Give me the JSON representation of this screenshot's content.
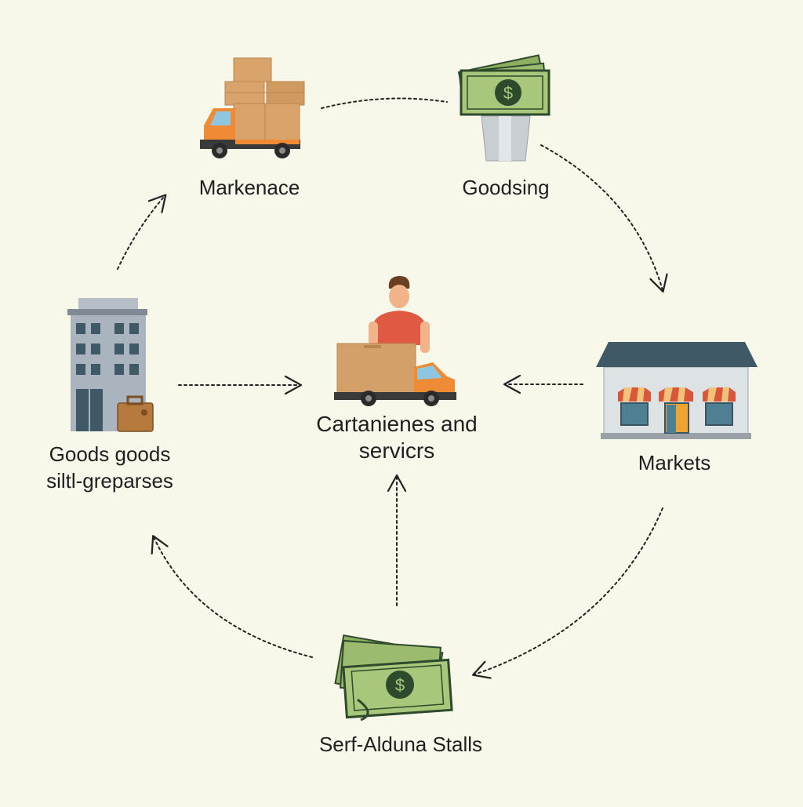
{
  "diagram": {
    "nodes": {
      "marketplace": {
        "label": "Markenace",
        "icon": "delivery-truck-boxes-icon"
      },
      "goodsing": {
        "label": "Goodsing",
        "icon": "cash-stack-bin-icon"
      },
      "markets": {
        "label": "Markets",
        "icon": "storefront-icon"
      },
      "stalls": {
        "label": "Serf-Alduna Stalls",
        "icon": "cash-bills-icon"
      },
      "goods_enterprises": {
        "label_line1": "Goods goods",
        "label_line2": "siltl-greparses",
        "icon": "office-building-icon"
      },
      "center": {
        "label_line1": "Cartanienes and",
        "label_line2": "servicrs",
        "icon": "delivery-worker-icon"
      }
    },
    "edges": [
      {
        "from": "marketplace",
        "to": "goodsing",
        "style": "dotted"
      },
      {
        "from": "goodsing",
        "to": "markets",
        "style": "dotted",
        "arrow": "end"
      },
      {
        "from": "markets",
        "to": "stalls",
        "style": "dotted",
        "arrow": "end"
      },
      {
        "from": "stalls",
        "to": "goods_enterprises",
        "style": "dotted",
        "arrow": "end"
      },
      {
        "from": "goods_enterprises",
        "to": "marketplace",
        "style": "dotted",
        "arrow": "end"
      },
      {
        "from": "goods_enterprises",
        "to": "center",
        "style": "dotted",
        "arrow": "end"
      },
      {
        "from": "markets",
        "to": "center",
        "style": "dotted",
        "arrow": "end"
      },
      {
        "from": "stalls",
        "to": "center",
        "style": "dotted",
        "arrow": "end"
      }
    ],
    "colors": {
      "background": "#f8f8ea",
      "truck_orange": "#ef8a35",
      "box_brown": "#d4a06a",
      "money_green": "#a9c77a",
      "money_dark": "#2e4a2c",
      "building_gray": "#a9b4be",
      "store_roof": "#3f5a66",
      "awning_red": "#d8573a"
    }
  }
}
